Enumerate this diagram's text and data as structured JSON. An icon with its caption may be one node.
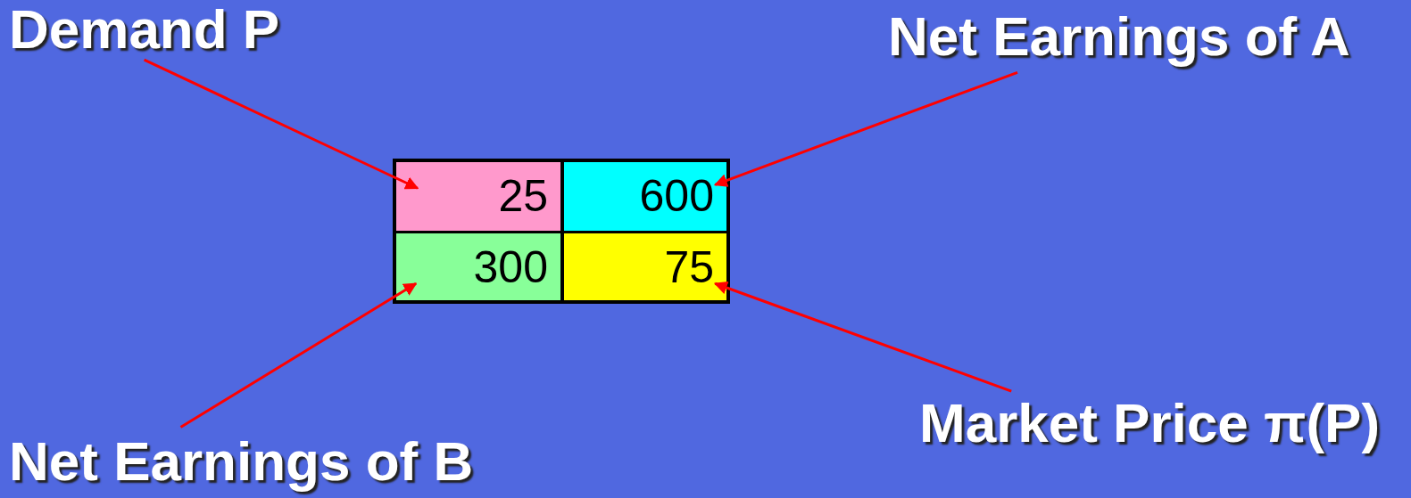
{
  "diagram": {
    "nodes": [
      {
        "text": [
          "Demand P"
        ]
      },
      {
        "text": [
          "Net Earnings of A"
        ]
      },
      {
        "text": [],
        "shape": "box"
      },
      {
        "text": [
          "25"
        ],
        "in": 2
      },
      {
        "text": [
          "600"
        ],
        "in": 2
      },
      {
        "text": [
          "300"
        ],
        "in": 2
      },
      {
        "text": [
          "75"
        ],
        "in": 2
      },
      {
        "text": [
          "Market Price π(P)"
        ]
      },
      {
        "text": [
          "Net Earnings of B"
        ]
      }
    ],
    "edges": [
      {
        "from": 0,
        "to": 3,
        "arrow": "to"
      },
      {
        "from": 1,
        "to": 4,
        "arrow": "to"
      },
      {
        "from": 8,
        "to": 5,
        "arrow": "to"
      },
      {
        "from": 7,
        "to": 6,
        "arrow": "to"
      }
    ]
  }
}
